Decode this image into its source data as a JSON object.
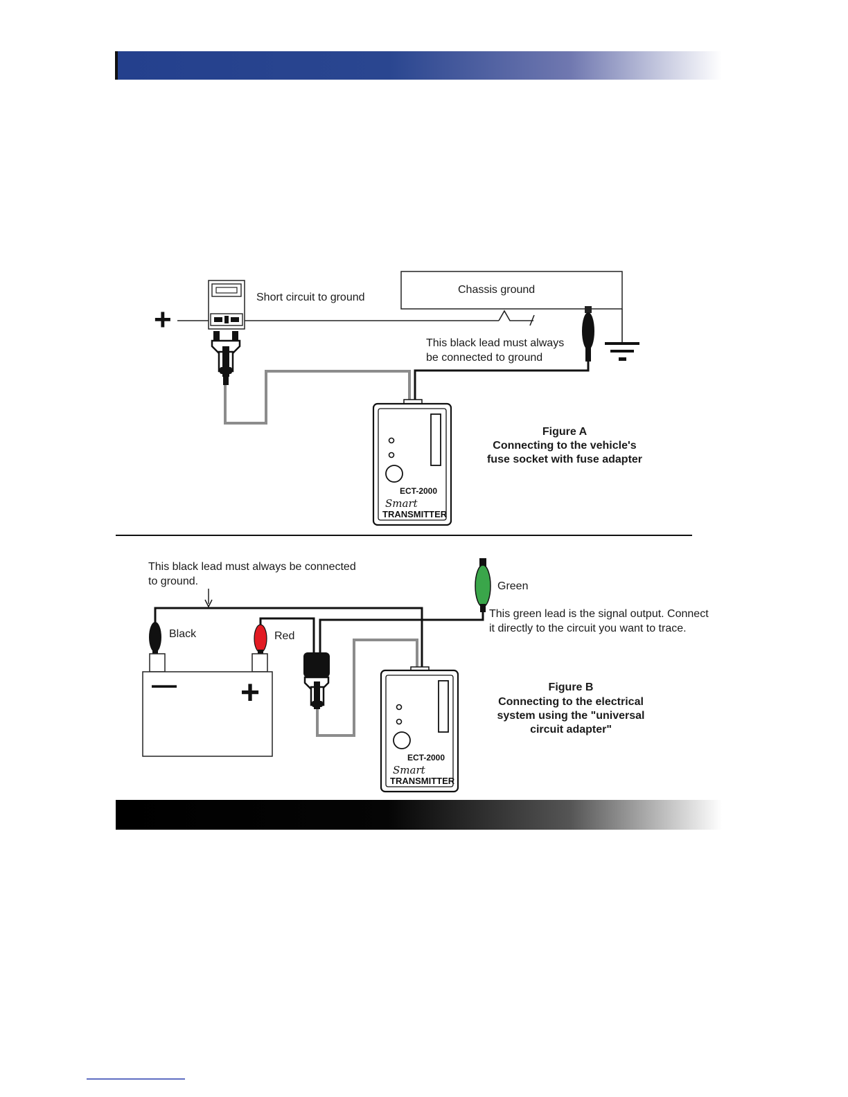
{
  "colors": {
    "header_bar": "#25418e",
    "footer_bar": "#000000",
    "black_lead": "#111111",
    "red_clip": "#e21b23",
    "green_clip": "#3aa64a",
    "adapter_lead": "#8c8c8c"
  },
  "figure_a": {
    "short_label": "Short circuit to ground",
    "chassis_label": "Chassis ground",
    "ground_note": [
      "This black lead must always",
      "be connected to ground"
    ],
    "plus_sign": "+",
    "caption": [
      "Figure A",
      "Connecting to the vehicle's",
      "fuse socket with fuse adapter"
    ],
    "transmitter": {
      "model": "ECT-2000",
      "smart": "Smart",
      "brand": "TRANSMITTER"
    }
  },
  "figure_b": {
    "ground_note": [
      "This black lead must always be connected",
      "to ground."
    ],
    "black_label": "Black",
    "red_label": "Red",
    "green_label": "Green",
    "signal_note": [
      "This green lead is the signal output. Connect",
      "it directly to the circuit you want to trace."
    ],
    "minus_sign": "—",
    "plus_sign": "+",
    "caption": [
      "Figure B",
      "Connecting to the electrical",
      "system using the \"universal",
      "circuit adapter\""
    ],
    "transmitter": {
      "model": "ECT-2000",
      "smart": "Smart",
      "brand": "TRANSMITTER"
    }
  }
}
